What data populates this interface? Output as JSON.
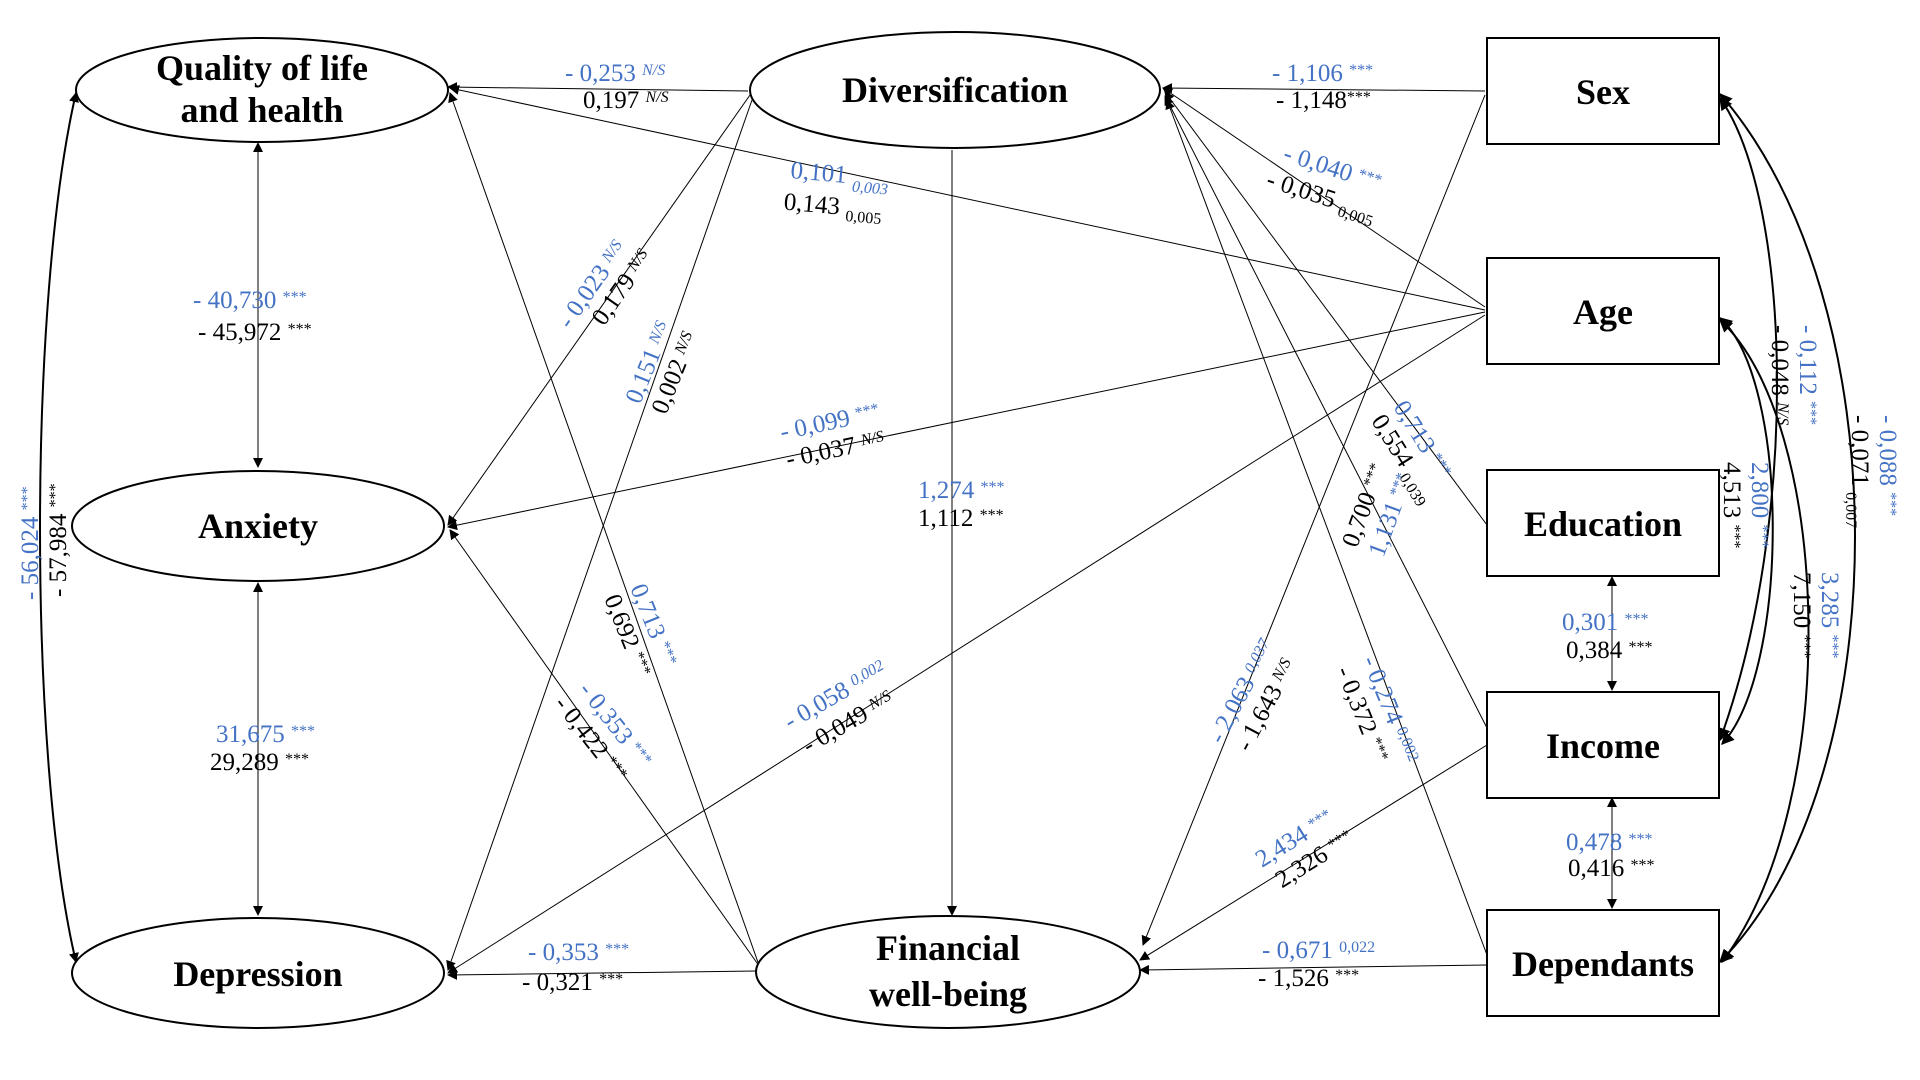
{
  "colors": {
    "group1": "#4472C4",
    "group2": "#000000",
    "line": "#000000"
  },
  "nodes": {
    "qol_line1": "Quality of life",
    "qol_line2": "and health",
    "anxiety": "Anxiety",
    "depression": "Depression",
    "diversification": "Diversification",
    "fwb_line1": "Financial",
    "fwb_line2": "well-being",
    "sex": "Sex",
    "age": "Age",
    "education": "Education",
    "income": "Income",
    "dependants": "Dependants"
  },
  "paths": {
    "div_qol": {
      "blue": {
        "v": "- 0,253 ",
        "s": "N/S"
      },
      "black": {
        "v": "0,197 ",
        "s": "N/S"
      }
    },
    "age_qol": {
      "blue": {
        "v": "0,101 ",
        "s": "0,003"
      },
      "black": {
        "v": "0,143 ",
        "s": "0,005"
      }
    },
    "sex_div": {
      "blue": {
        "v": "- 1,106 ",
        "s": "***"
      },
      "black": {
        "v": "- 1,148",
        "s": "***"
      }
    },
    "age_div": {
      "blue": {
        "v": "- 0,040 ",
        "s": "***"
      },
      "black": {
        "v": "- 0,035 ",
        "s": "0,005"
      }
    },
    "qol_anx": {
      "blue": {
        "v": "- 40,730 ",
        "s": "***"
      },
      "black": {
        "v": "- 45,972 ",
        "s": "***"
      }
    },
    "qol_dep": {
      "blue": {
        "v": "- 56,024 ",
        "s": "***"
      },
      "black": {
        "v": "- 57,984 ",
        "s": "***"
      }
    },
    "div_anx": {
      "blue": {
        "v": "- 0,023 ",
        "s": "N/S"
      },
      "black": {
        "v": "0,179 ",
        "s": "N/S"
      }
    },
    "div_dep": {
      "blue": {
        "v": "0,151 ",
        "s": "N/S"
      },
      "black": {
        "v": "0,002 ",
        "s": "N/S"
      }
    },
    "age_anx": {
      "blue": {
        "v": "- 0,099 ",
        "s": "***"
      },
      "black": {
        "v": "- 0,037 ",
        "s": "N/S"
      }
    },
    "div_fwb": {
      "blue": {
        "v": "1,274 ",
        "s": "***"
      },
      "black": {
        "v": "1,112 ",
        "s": "***"
      }
    },
    "edu_div": {
      "blue": {
        "v": "0,713 ",
        "s": "***"
      },
      "black": {
        "v": "0,554 ",
        "s": "0,039"
      }
    },
    "inc_div": {
      "blue": {
        "v": "1,131 ",
        "s": "***"
      },
      "black": {
        "v": "0,700 ",
        "s": "***"
      }
    },
    "anx_dep": {
      "blue": {
        "v": "31,675 ",
        "s": "***"
      },
      "black": {
        "v": "29,289  ",
        "s": "***"
      }
    },
    "fwb_qol": {
      "blue": {
        "v": "0,713 ",
        "s": "***"
      },
      "black": {
        "v": "0,692 ",
        "s": "***"
      }
    },
    "fwb_anx": {
      "blue": {
        "v": "- 0,353 ",
        "s": "***"
      },
      "black": {
        "v": "- 0,422 ",
        "s": "***"
      }
    },
    "age_dep": {
      "blue": {
        "v": "- 0,058 ",
        "s": "0,002"
      },
      "black": {
        "v": "- 0,049 ",
        "s": "N/S"
      }
    },
    "sex_fwb": {
      "blue": {
        "v": "- 2,063 ",
        "s": "0,037"
      },
      "black": {
        "v": "- 1,643 ",
        "s": "N/S"
      }
    },
    "dep_div": {
      "blue": {
        "v": "- 0,274 ",
        "s": "0,002"
      },
      "black": {
        "v": "- 0,372 ",
        "s": "***"
      }
    },
    "fwb_dep": {
      "blue": {
        "v": "- 0,353 ",
        "s": "***"
      },
      "black": {
        "v": "- 0,321 ",
        "s": "***"
      }
    },
    "inc_fwb": {
      "blue": {
        "v": "2,434 ",
        "s": "***"
      },
      "black": {
        "v": "2,326 ",
        "s": "***"
      }
    },
    "depd_fwb": {
      "blue": {
        "v": "- 0,671 ",
        "s": "0,022"
      },
      "black": {
        "v": "- 1,526 ",
        "s": "***"
      }
    },
    "sex_age": {
      "blue": {
        "v": "- 0,112 ",
        "s": "***"
      },
      "black": {
        "v": "- 0,048 ",
        "s": "N/S"
      }
    },
    "sex_depd": {
      "blue": {
        "v": "- 0,088 ",
        "s": "***"
      },
      "black": {
        "v": "- 0,071 ",
        "s": "0,007"
      }
    },
    "age_inc": {
      "blue": {
        "v": "2,800 ",
        "s": "***"
      },
      "black": {
        "v": "4,513 ",
        "s": "***"
      }
    },
    "age_depd": {
      "blue": {
        "v": "3,285 ",
        "s": "***"
      },
      "black": {
        "v": "7,150 ",
        "s": "***"
      }
    },
    "edu_inc": {
      "blue": {
        "v": "0,301 ",
        "s": "***"
      },
      "black": {
        "v": "0,384 ",
        "s": "***"
      }
    },
    "inc_depd": {
      "blue": {
        "v": "0,478 ",
        "s": "***"
      },
      "black": {
        "v": "0,416 ",
        "s": "***"
      }
    }
  }
}
